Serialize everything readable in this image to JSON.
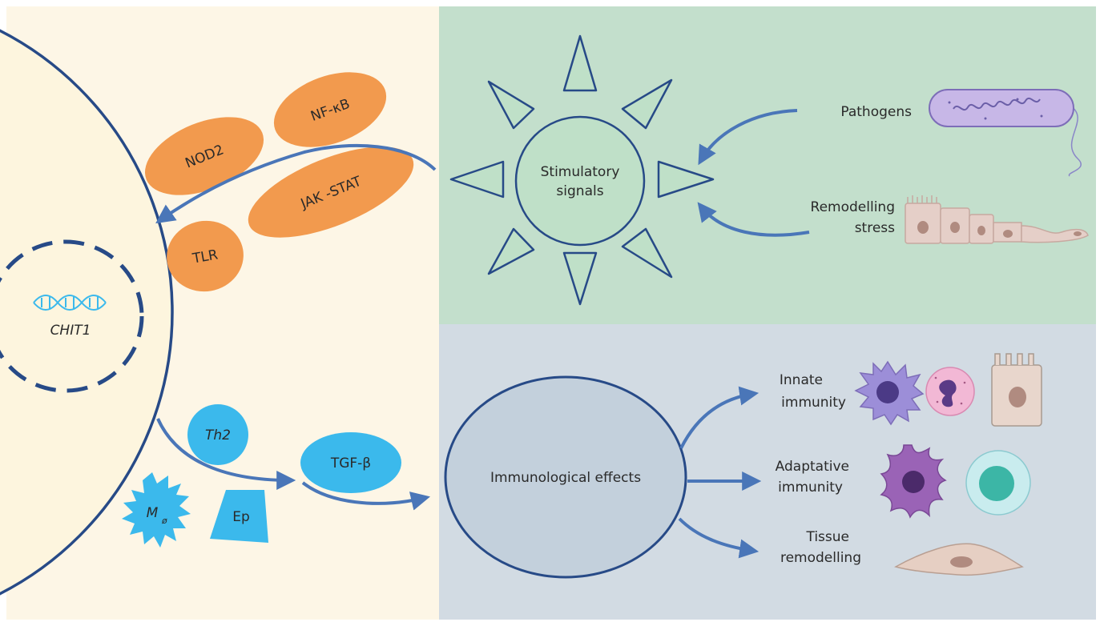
{
  "figure": {
    "oval_labels": {
      "nod2": "NOD2",
      "nfkb": "NF-κB",
      "jakstat": "JAK -STAT",
      "tlr": "TLR"
    },
    "gene_label": "CHIT1",
    "stimulatory_label_line1": "Stimulatory",
    "stimulatory_label_line2": "signals",
    "pathogens_label": "Pathogens",
    "remodelling_line1": "Remodelling",
    "remodelling_line2": "stress",
    "th2_label": "Th2",
    "macrophage_label": "M",
    "macrophage_sub": "ø",
    "ep_label": "Ep",
    "tgfb_label": "TGF-β",
    "immunological_label": "Immunological effects",
    "innate_line1": "Innate",
    "innate_line2": "immunity",
    "adaptive_line1": "Adaptative",
    "adaptive_line2": "immunity",
    "tissue_line1": "Tissue",
    "tissue_line2": "remodelling"
  },
  "colors": {
    "cell_bg": "#fdf6e6",
    "cell_fill": "#fdf5de",
    "stim_panel": "#c3dfcc",
    "effects_panel": "#d2dbe3",
    "navy": "#274a87",
    "arrow": "#4a76b8",
    "orange": "#f29a4e",
    "cyan": "#3bb9ec",
    "sun_fill": "#bfe0c8",
    "effects_oval": "#c3d0dc"
  }
}
